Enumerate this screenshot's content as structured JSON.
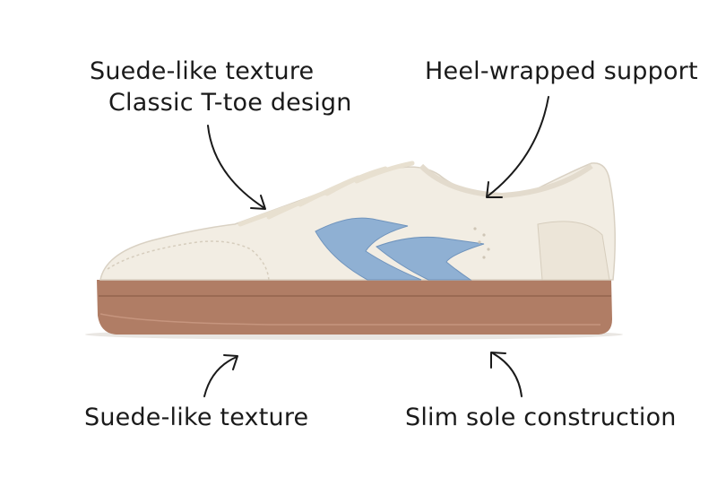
{
  "callouts": {
    "top_left_line1": "Suede-like texture",
    "top_left_line2": "Classic T-toe design",
    "top_right": "Heel-wrapped support",
    "bottom_left": "Suede-like texture",
    "bottom_right": "Slim sole construction"
  },
  "colors": {
    "upper": "#f2ede3",
    "stripe": "#8fb0d3",
    "sole": "#b07d65",
    "text": "#1a1a1a"
  }
}
